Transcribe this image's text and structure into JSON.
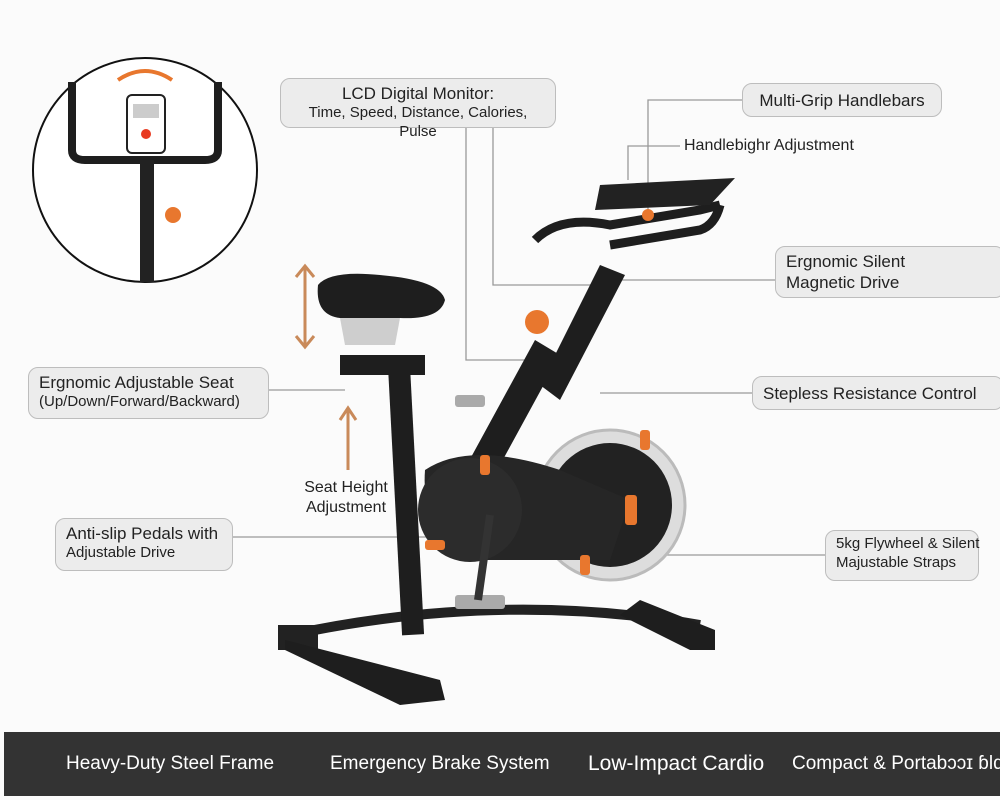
{
  "callouts": {
    "lcd_title": "LCD Digital Monitor:",
    "lcd_sub": "Time, Speed, Distance, Calories, Pulse",
    "handlebars": "Multi-Grip Handlebars",
    "handle_height": "Handlebighr Adjustment",
    "drive_1": "Ergnomic Silent",
    "drive_2": "Magnetic Drive",
    "seat_1": "Ergnomic Adjustable Seat",
    "seat_2": "(Up/Down/Forward/Backward)",
    "resistance": "Stepless Resistance Control",
    "seat_height_1": "Seat Height",
    "seat_height_2": "Adjustment",
    "pedals_1": "Anti-slip Pedals with",
    "pedals_2": "Adjustable Drive",
    "flywheel_1": "5kg Flywheel & Silent",
    "flywheel_2": "Majustable Straps"
  },
  "features": [
    "Heavy-Duty Steel Frame",
    "Emergency Brake System",
    "Low-Impact Cardio",
    "Compact & Portabɔɔɪ ɓlɑ"
  ],
  "colors": {
    "accent": "#e8772e",
    "frame": "#1e1e1e",
    "bar": "#333333",
    "callout_bg": "#ececec"
  }
}
